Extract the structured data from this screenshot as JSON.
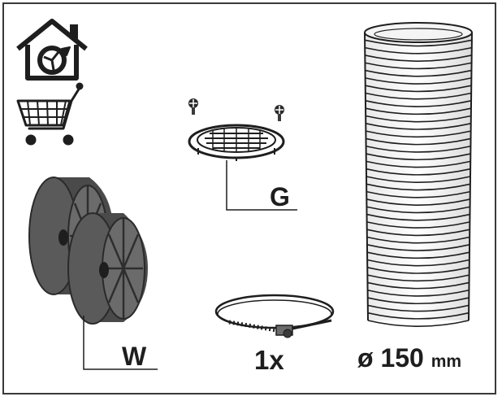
{
  "labels": {
    "grille": "G",
    "filters": "W",
    "clamp_quantity": "1x",
    "duct_diameter_value": "ø 150",
    "duct_diameter_unit": "mm"
  },
  "icons": [
    "recirculation-house-icon",
    "shopping-cart-icon"
  ],
  "colors": {
    "line": "#1e1e1e",
    "filter_dark": "#4a4a4a",
    "filter_mid": "#6b6b6b"
  }
}
